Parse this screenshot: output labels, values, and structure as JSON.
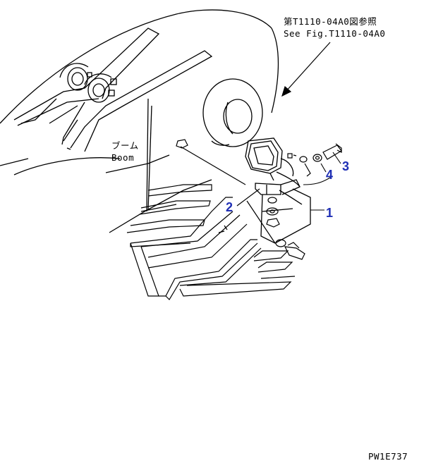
{
  "reference_note": {
    "line_jp": "第T1110-04A0図参照",
    "line_en": "See Fig.T1110-04A0"
  },
  "boom_label": {
    "jp": "ブーム",
    "en": "Boom"
  },
  "callouts": [
    "1",
    "2",
    "3",
    "4"
  ],
  "drawing_code": "PW1E737",
  "colors": {
    "line": "#000000",
    "callout": "#1f2fb5",
    "background": "#ffffff"
  }
}
